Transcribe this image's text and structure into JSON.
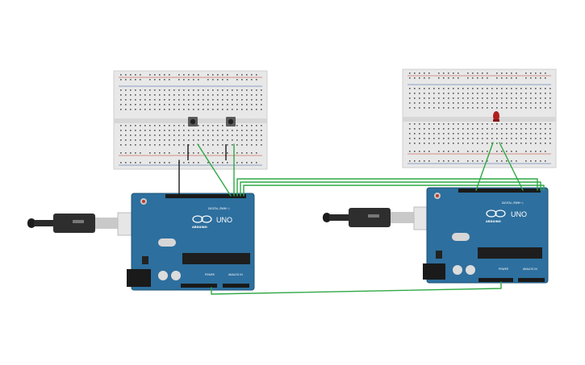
{
  "boards": [
    {
      "brand": "ARDUINO",
      "model": "UNO",
      "digital_label": "DIGITAL (PWM~)",
      "power_label": "POWER",
      "analog_label": "ANALOG IN"
    },
    {
      "brand": "ARDUINO",
      "model": "UNO",
      "digital_label": "DIGITAL (PWM~)",
      "power_label": "POWER",
      "analog_label": "ANALOG IN"
    }
  ],
  "colors": {
    "board": "#2d6f9e",
    "board_edge": "#1f5478",
    "wire_green": "#2fa845",
    "wire_black": "#1a1a1a",
    "breadboard": "#e6e6e6",
    "rail_red": "#c0392b",
    "rail_blue": "#2c5aa0",
    "led": "#b01e1e"
  }
}
